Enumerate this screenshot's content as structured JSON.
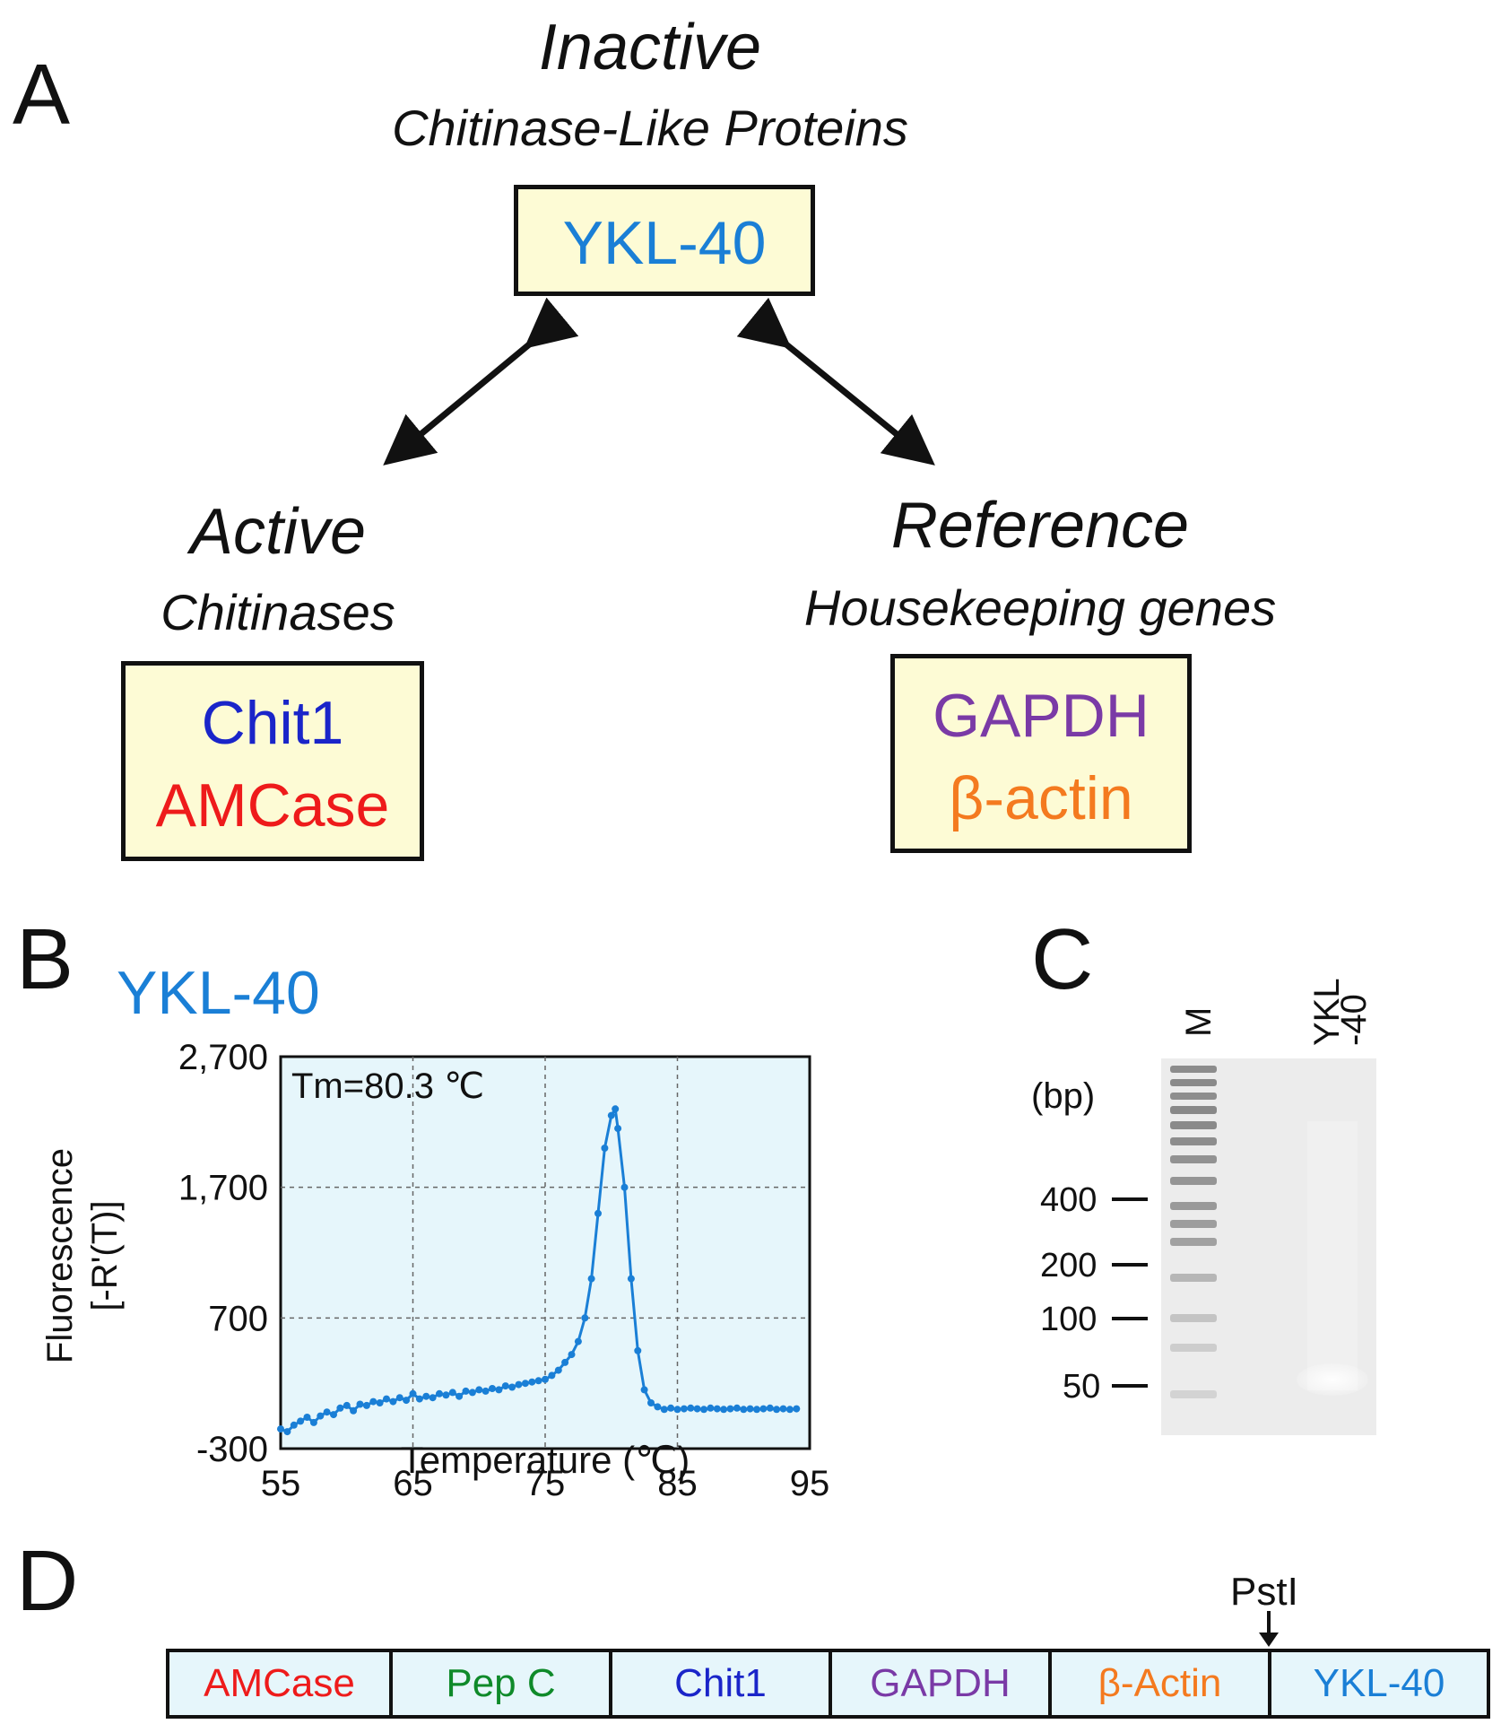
{
  "panel_a": {
    "letter": "A",
    "inactive_title": "Inactive",
    "inactive_subtitle": "Chitinase-Like Proteins",
    "ykl40": {
      "label": "YKL-40",
      "color": "#1a7fd6"
    },
    "active_title": "Active",
    "active_subtitle": "Chitinases",
    "active_genes": [
      {
        "label": "Chit1",
        "color": "#1a25c9"
      },
      {
        "label": "AMCase",
        "color": "#ee1b1b"
      }
    ],
    "reference_title": "Reference",
    "reference_subtitle": "Housekeeping genes",
    "reference_genes": [
      {
        "label": "GAPDH",
        "color": "#7a3aa6"
      },
      {
        "label": "β-actin",
        "color": "#f47a1f"
      }
    ],
    "box_fill": "#fdfbd5"
  },
  "panel_b": {
    "letter": "B",
    "heading": "YKL-40",
    "heading_color": "#1a7fd6",
    "annotation": "Tm=80.3 ℃"
  },
  "chart_data": {
    "type": "line",
    "title": "YKL-40",
    "xlabel": "Temperature (℃)",
    "ylabel": "Fluorescence [-R'(T)]",
    "xlim": [
      55,
      95
    ],
    "ylim": [
      -300,
      2700
    ],
    "xticks": [
      "55",
      "65",
      "75",
      "85",
      "95"
    ],
    "yticks": [
      "2,700",
      "1,700",
      "700",
      "-300"
    ],
    "grid": true,
    "plot_background": "#e6f6fb",
    "series": [
      {
        "color": "#1a7fd6",
        "x": [
          55.0,
          55.5,
          56.0,
          56.5,
          57.0,
          57.5,
          58.0,
          58.5,
          59.0,
          59.5,
          60.0,
          60.5,
          61.0,
          61.5,
          62.0,
          62.5,
          63.0,
          63.5,
          64.0,
          64.5,
          65.0,
          65.5,
          66.0,
          66.5,
          67.0,
          67.5,
          68.0,
          68.5,
          69.0,
          69.5,
          70.0,
          70.5,
          71.0,
          71.5,
          72.0,
          72.5,
          73.0,
          73.5,
          74.0,
          74.5,
          75.0,
          75.5,
          76.0,
          76.5,
          77.0,
          77.5,
          78.0,
          78.5,
          79.0,
          79.5,
          80.0,
          80.3,
          80.5,
          81.0,
          81.5,
          82.0,
          82.5,
          83.0,
          83.5,
          84.0,
          84.5,
          85.0,
          85.5,
          86.0,
          86.5,
          87.0,
          87.5,
          88.0,
          88.5,
          89.0,
          89.5,
          90.0,
          90.5,
          91.0,
          91.5,
          92.0,
          92.5,
          93.0,
          93.5,
          94.0
        ],
        "y": [
          -150,
          -170,
          -120,
          -90,
          -60,
          -100,
          -50,
          -20,
          -40,
          10,
          30,
          -10,
          40,
          30,
          60,
          50,
          80,
          60,
          90,
          70,
          120,
          80,
          100,
          90,
          120,
          110,
          130,
          100,
          140,
          130,
          150,
          140,
          160,
          150,
          180,
          170,
          190,
          200,
          210,
          220,
          230,
          260,
          300,
          360,
          420,
          520,
          700,
          1000,
          1500,
          2000,
          2250,
          2300,
          2150,
          1700,
          1000,
          450,
          150,
          50,
          20,
          0,
          10,
          0,
          5,
          10,
          5,
          0,
          10,
          5,
          0,
          5,
          10,
          0,
          5,
          0,
          5,
          10,
          0,
          5,
          0,
          5
        ]
      }
    ]
  },
  "panel_c": {
    "letter": "C",
    "lane_labels": [
      "M",
      "YKL\n-40"
    ],
    "unit": "(bp)",
    "markers": [
      "400",
      "200",
      "100",
      "50"
    ]
  },
  "panel_d": {
    "letter": "D",
    "site_label": "PstI",
    "segments": [
      {
        "label": "AMCase",
        "color": "#ee1b1b"
      },
      {
        "label": "Pep C",
        "color": "#0f8a2a"
      },
      {
        "label": "Chit1",
        "color": "#1a25c9"
      },
      {
        "label": "GAPDH",
        "color": "#7a3aa6"
      },
      {
        "label": "β-Actin",
        "color": "#f47a1f"
      },
      {
        "label": "YKL-40",
        "color": "#1a7fd6"
      }
    ],
    "box_fill": "#e6f6fb"
  }
}
